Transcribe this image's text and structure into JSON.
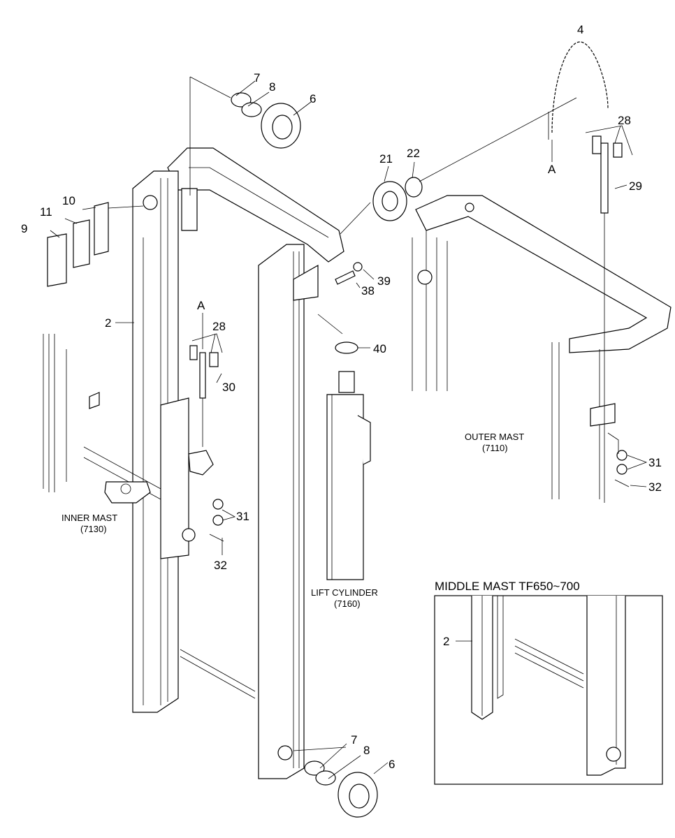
{
  "labels": {
    "inner_mast": "INNER MAST",
    "inner_mast_code": "(7130)",
    "outer_mast": "OUTER MAST",
    "outer_mast_code": "(7110)",
    "lift_cylinder": "LIFT CYLINDER",
    "lift_cylinder_code": "(7160)",
    "inset_title": "MIDDLE MAST TF650~700"
  },
  "callouts": {
    "n4": "4",
    "n28a": "28",
    "n28b": "28",
    "n29": "29",
    "nA1": "A",
    "nA2": "A",
    "n21": "21",
    "n22": "22",
    "n7a": "7",
    "n8a": "8",
    "n6a": "6",
    "n10": "10",
    "n11": "11",
    "n9": "9",
    "n2a": "2",
    "n2b": "2",
    "n39": "39",
    "n38": "38",
    "n40": "40",
    "n30": "30",
    "n31a": "31",
    "n31b": "31",
    "n32a": "32",
    "n32b": "32",
    "n7b": "7",
    "n8b": "8",
    "n6b": "6"
  }
}
